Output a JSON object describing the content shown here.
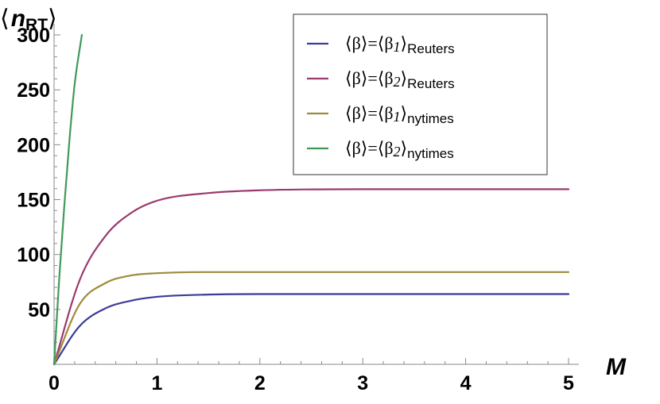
{
  "chart_data": {
    "type": "line",
    "xlabel": "M",
    "ylabel_open": "⟨",
    "ylabel_var": "n",
    "ylabel_sub": "RT",
    "ylabel_close": "⟩",
    "xlim": [
      0,
      5
    ],
    "ylim": [
      0,
      300
    ],
    "x_ticks": [
      0,
      1,
      2,
      3,
      4,
      5
    ],
    "x_tick_labels": [
      "0",
      "1",
      "2",
      "3",
      "4",
      "5"
    ],
    "y_ticks": [
      50,
      100,
      150,
      200,
      250,
      300
    ],
    "y_tick_labels": [
      "50",
      "100",
      "150",
      "200",
      "250",
      "300"
    ],
    "grid": false,
    "legend_position": "top-right",
    "series": [
      {
        "name": "⟨β⟩=⟨β1⟩Reuters",
        "legend": {
          "lhs": "⟨β⟩=⟨β",
          "index": "1",
          "close": "⟩",
          "corpus": "Reuters"
        },
        "color": "#3b3b9a",
        "x": [
          0,
          0.25,
          0.5,
          0.75,
          1.0,
          1.5,
          2.0,
          3.0,
          4.0,
          5.0
        ],
        "y": [
          0,
          35,
          51,
          58,
          61.5,
          63.5,
          64,
          64,
          64,
          64
        ]
      },
      {
        "name": "⟨β⟩=⟨β2⟩Reuters",
        "legend": {
          "lhs": "⟨β⟩=⟨β",
          "index": "2",
          "close": "⟩",
          "corpus": "Reuters"
        },
        "color": "#9a3a6e",
        "x": [
          0,
          0.25,
          0.5,
          0.75,
          1.0,
          1.5,
          2.0,
          3.0,
          4.0,
          5.0
        ],
        "y": [
          0,
          77,
          117,
          138,
          149,
          156,
          158.5,
          159.5,
          159.5,
          159.5
        ]
      },
      {
        "name": "⟨β⟩=⟨β1⟩nytimes",
        "legend": {
          "lhs": "⟨β⟩=⟨β",
          "index": "1",
          "close": "⟩",
          "corpus": "nytimes"
        },
        "color": "#9c8c3c",
        "x": [
          0,
          0.25,
          0.5,
          0.75,
          1.0,
          1.5,
          2.0,
          3.0,
          4.0,
          5.0
        ],
        "y": [
          0,
          55,
          74,
          81,
          83,
          84,
          84,
          84,
          84,
          84
        ]
      },
      {
        "name": "⟨β⟩=⟨β2⟩nytimes",
        "legend": {
          "lhs": "⟨β⟩=⟨β",
          "index": "2",
          "close": "⟩",
          "corpus": "nytimes"
        },
        "color": "#3f9a5a",
        "x": [
          0,
          0.05,
          0.1,
          0.15,
          0.2,
          0.27
        ],
        "y": [
          0,
          78,
          145,
          205,
          255,
          300
        ]
      }
    ]
  }
}
